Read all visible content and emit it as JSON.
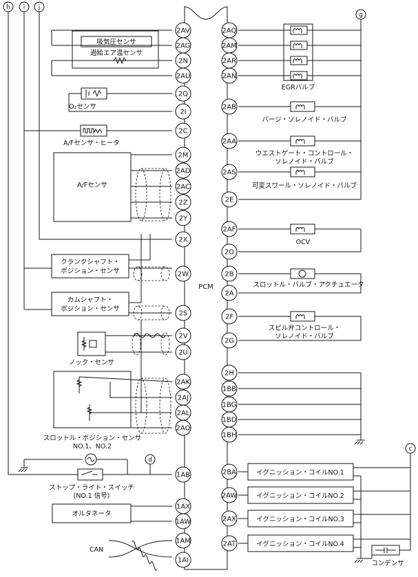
{
  "pcm_label": "PCM",
  "terminal_letters": {
    "h": "h",
    "i": "i",
    "j": "j",
    "g": "g",
    "d": "d",
    "c": "c"
  },
  "left_pins": [
    "2AV",
    "2AG",
    "2N",
    "2AU",
    "2Q",
    "2I",
    "2C",
    "2M",
    "2AD",
    "2AC",
    "2Z",
    "2Y",
    "2X",
    "2W",
    "2S",
    "2V",
    "2U",
    "2AK",
    "2AJ",
    "2AL",
    "2AO",
    "1AB",
    "1AX",
    "1AW",
    "1AM",
    "1AI"
  ],
  "right_pins": [
    "2AQ",
    "2AM",
    "2AR",
    "2AN",
    "2AB",
    "2AA",
    "2AS",
    "2E",
    "2AF",
    "2O",
    "2B",
    "2A",
    "2F",
    "2G",
    "2H",
    "1BB",
    "1BG",
    "1BD",
    "1BH",
    "2BA",
    "2AW",
    "2AX",
    "2AT"
  ],
  "labels": {
    "intake_pressure": "吸気圧センサ",
    "boost_air_temp": "過給エア温センサ",
    "o2_sensor": "O₂センサ",
    "af_heater": "A/Fセンサ・ヒータ",
    "af_sensor": "A/Fセンサ",
    "crank_1": "クランクシャフト・",
    "crank_2": "ポジション・センサ",
    "cam_1": "カムシャフト・",
    "cam_2": "ポジション・センサ",
    "knock": "ノック・センサ",
    "tps_1": "スロットル・ポジション・センサ",
    "tps_2": "NO.1、NO.2",
    "stop_1": "ストップ・ライト・スイッチ",
    "stop_2": "(NO.1 信号)",
    "alternator": "オルタネータ",
    "can": "CAN",
    "egr": "EGRバルブ",
    "purge": "パージ・ソレノイド・バルブ",
    "wastegate_1": "ウエストゲート・コントロール・",
    "wastegate_2": "ソレノイド・バルブ",
    "swirl": "可変スワール・ソレノイド・バルブ",
    "ocv": "OCV",
    "throttle_act": "スロットル・バルブ・アクチュエータ",
    "spill_1": "スピル弁コントロール・",
    "spill_2": "ソレノイド・バルブ",
    "coil1": "イグニッション・コイルNO.1",
    "coil2": "イグニッション・コイルNO.2",
    "coil3": "イグニッション・コイルNO.3",
    "coil4": "イグニッション・コイルNO.4",
    "condenser": "コンデンサ"
  }
}
